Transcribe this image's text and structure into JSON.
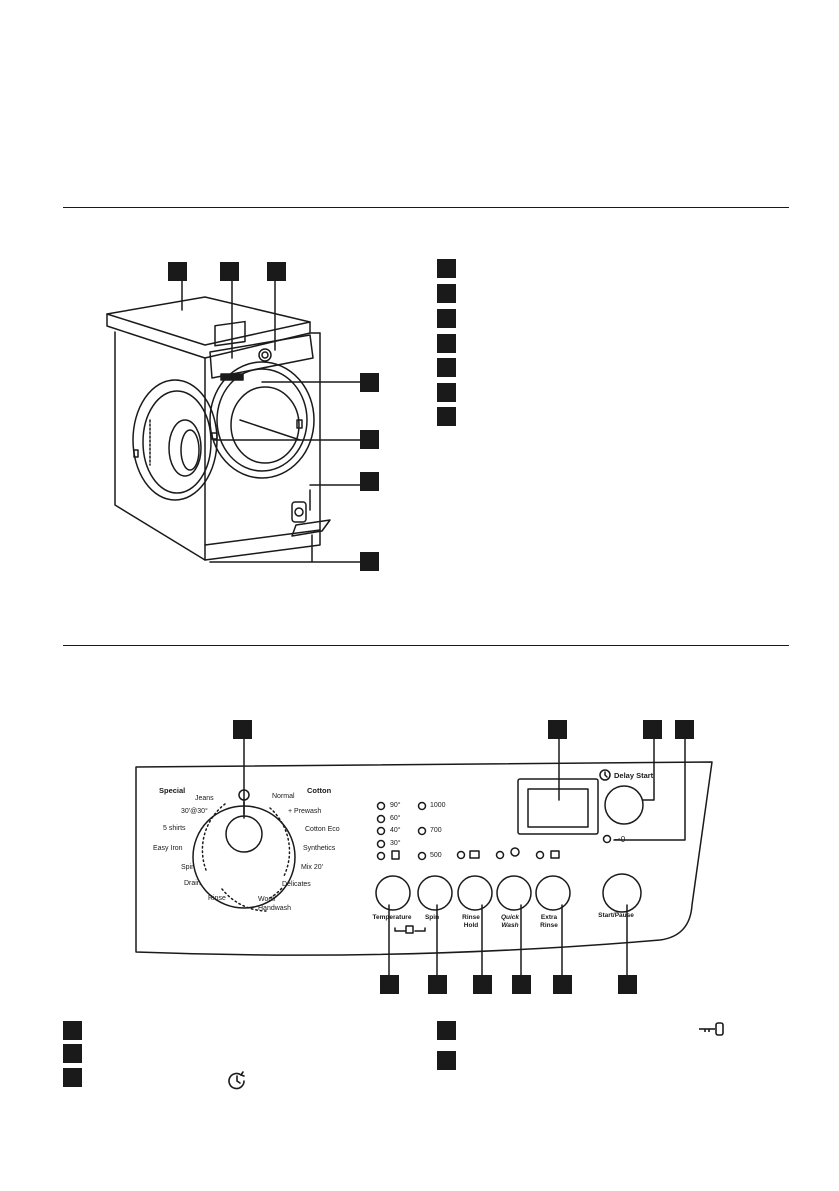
{
  "panel": {
    "group_special": "Special",
    "group_cotton": "Cotton",
    "programs_left": [
      "Jeans",
      "30'@30°",
      "5 shirts",
      "Easy Iron",
      "Spin",
      "Drain",
      "Rinse"
    ],
    "programs_right": [
      "Normal",
      "+ Prewash",
      "Cotton Eco",
      "Synthetics",
      "Mix 20'",
      "Delicates",
      "Wool/",
      "Handwash"
    ],
    "temperatures": [
      "90°",
      "60°",
      "40°",
      "30°"
    ],
    "spin_speeds": [
      "1000",
      "700",
      "500"
    ],
    "buttons": {
      "temperature": "Temperature",
      "spin": "Spin",
      "rinse_hold_1": "Rinse",
      "rinse_hold_2": "Hold",
      "quick_wash_1": "Quick",
      "quick_wash_2": "Wash",
      "extra_rinse_1": "Extra",
      "extra_rinse_2": "Rinse",
      "start_pause": "Start/Pause"
    },
    "delay_start": "Delay Start"
  },
  "colors": {
    "ink": "#1a1a1a",
    "paper": "#ffffff"
  }
}
